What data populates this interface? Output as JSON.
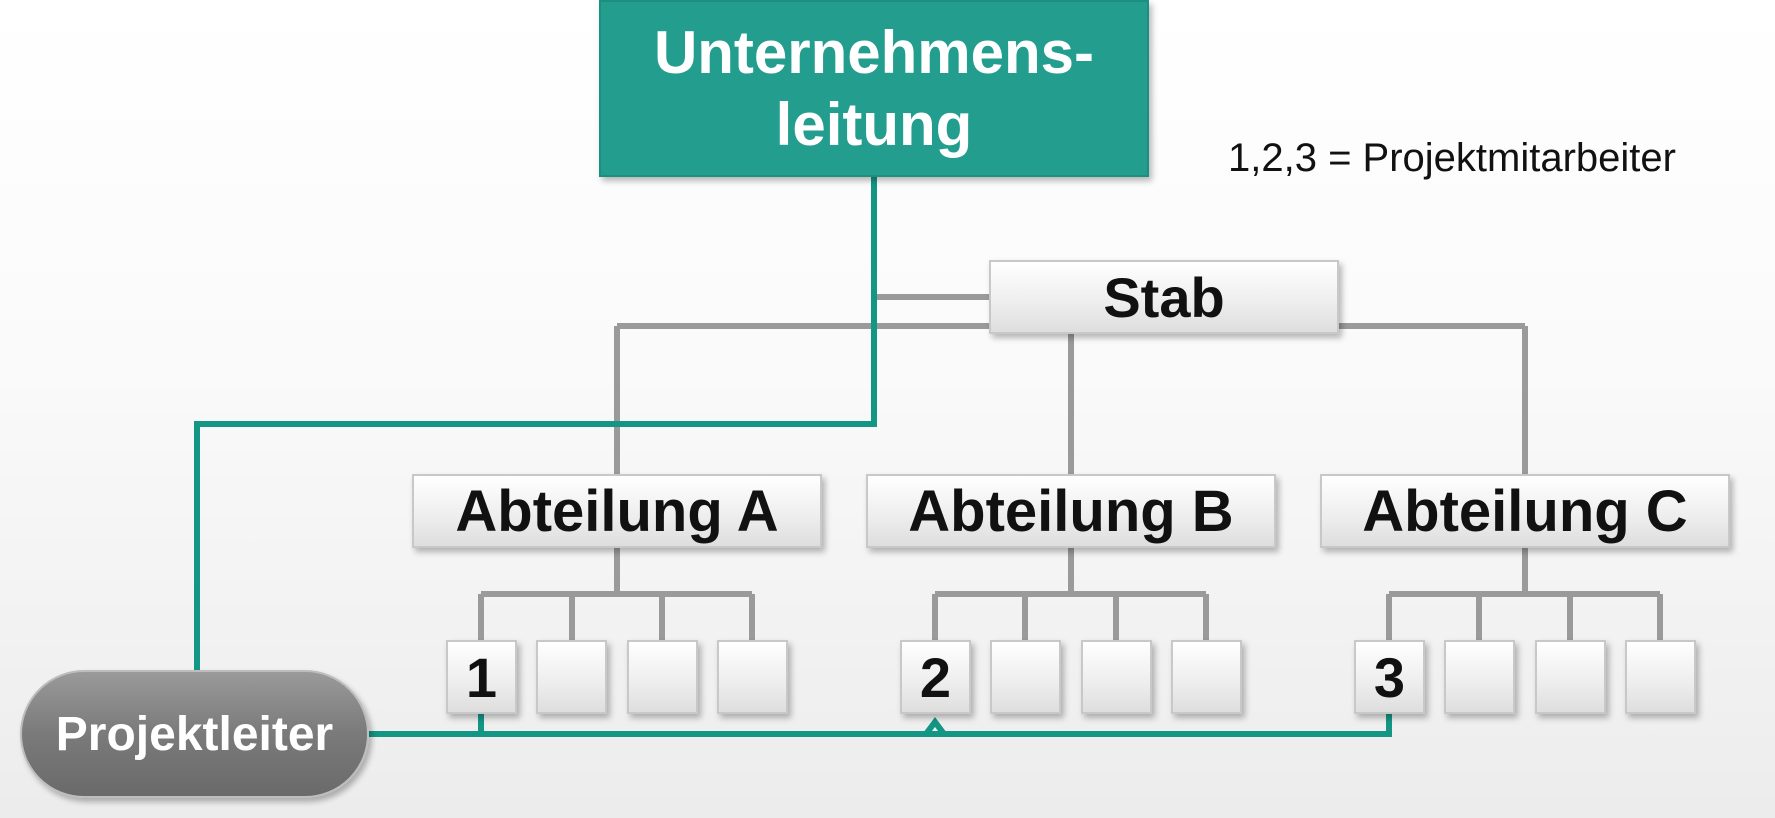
{
  "top_box": {
    "line1": "Unternehmens-",
    "line2": "leitung"
  },
  "legend": "1,2,3 = Projektmitarbeiter",
  "staff": "Stab",
  "departments": [
    "Abteilung A",
    "Abteilung B",
    "Abteilung C"
  ],
  "staff_members": [
    "1",
    "2",
    "3"
  ],
  "project_lead": "Projektleiter",
  "colors": {
    "accent": "#239e8e",
    "line_gray": "#9a9a9a",
    "project_lead": "#777777"
  }
}
